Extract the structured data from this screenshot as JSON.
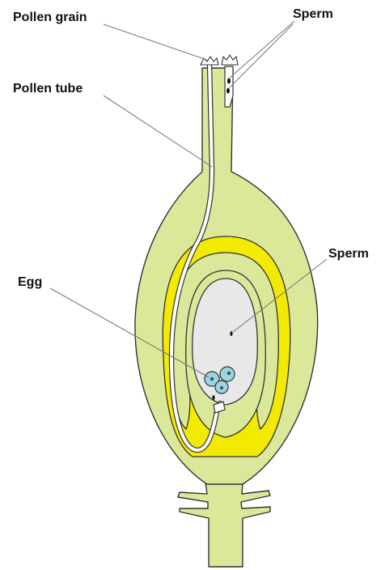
{
  "labels": {
    "pollen_grain": "Pollen grain",
    "sperm_top": "Sperm",
    "pollen_tube": "Pollen tube",
    "sperm_right": "Sperm",
    "egg": "Egg"
  },
  "colors": {
    "tissue": "#dbe89a",
    "yolk": "#f2ea00",
    "sac": "#e8e8e8",
    "egg_cells": "#9fd3de",
    "outline": "#333333",
    "leader": "#7a7a7a"
  }
}
